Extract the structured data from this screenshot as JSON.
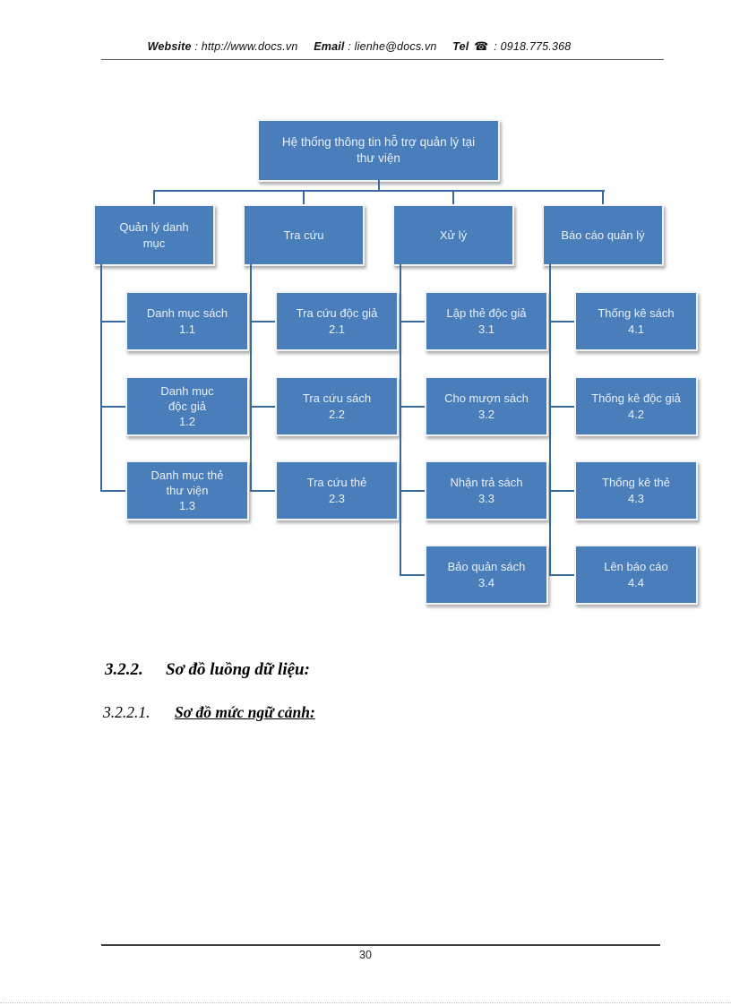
{
  "header": {
    "website_label": "Website",
    "website_value": ": http://www.docs.vn",
    "email_label": "Email",
    "email_value": ": lienhe@docs.vn",
    "tel_label": "Tel",
    "phone_icon": "☎",
    "tel_value": ": 0918.775.368"
  },
  "diagram": {
    "root": {
      "label": "Hệ thống thông tin hỗ trợ quản lý tại\nthư viện"
    },
    "branches": [
      {
        "label": "Quản lý  danh\nmục",
        "children": [
          {
            "label": "Danh mục sách",
            "code": "1.1"
          },
          {
            "label": "Danh mục\nđộc giả",
            "code": "1.2"
          },
          {
            "label": "Danh mục thẻ\nthư viện",
            "code": "1.3"
          }
        ]
      },
      {
        "label": "Tra cứu",
        "children": [
          {
            "label": "Tra cứu độc giả",
            "code": "2.1"
          },
          {
            "label": "Tra cứu sách",
            "code": "2.2"
          },
          {
            "label": "Tra cứu thẻ",
            "code": "2.3"
          }
        ]
      },
      {
        "label": "Xử lý",
        "children": [
          {
            "label": "Lập thẻ độc giả",
            "code": "3.1"
          },
          {
            "label": "Cho mượn sách",
            "code": "3.2"
          },
          {
            "label": "Nhận trả sách",
            "code": "3.3"
          },
          {
            "label": "Bảo quản sách",
            "code": "3.4"
          }
        ]
      },
      {
        "label": "Báo cáo  quản lý",
        "children": [
          {
            "label": "Thống kê sách",
            "code": "4.1"
          },
          {
            "label": "Thống kê độc giả",
            "code": "4.2"
          },
          {
            "label": "Thống kê thẻ",
            "code": "4.3"
          },
          {
            "label": "Lên báo cáo",
            "code": "4.4"
          }
        ]
      }
    ],
    "colors": {
      "box_fill": "#4a7ebb",
      "box_text": "#e9eff8",
      "connector": "#38689e"
    }
  },
  "sections": [
    {
      "number": "3.2.2.",
      "title": "Sơ đồ luồng dữ liệu:"
    },
    {
      "number": "3.2.2.1.",
      "title": "Sơ đồ mức ngữ cảnh:"
    }
  ],
  "footer": {
    "page_number": "30"
  }
}
